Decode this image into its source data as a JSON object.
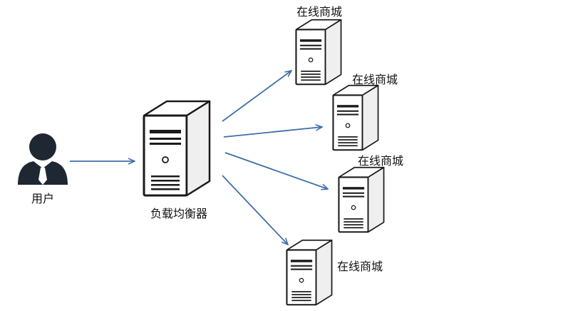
{
  "diagram": {
    "user": {
      "label": "用户",
      "icon": "user-icon"
    },
    "load_balancer": {
      "label": "负载均衡器",
      "icon": "server-icon"
    },
    "servers": [
      {
        "label": "在线商城",
        "icon": "server-icon"
      },
      {
        "label": "在线商城",
        "icon": "server-icon"
      },
      {
        "label": "在线商城",
        "icon": "server-icon"
      },
      {
        "label": "在线商城",
        "icon": "server-icon"
      }
    ],
    "colors": {
      "arrow": "#3f6fa8",
      "server_outline": "#1a1a1a",
      "server_side": "#efefef",
      "user_body": "#1f2733"
    }
  }
}
